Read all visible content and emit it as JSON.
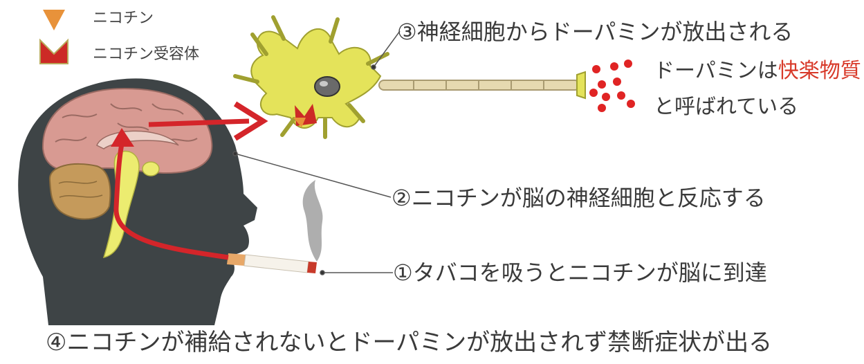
{
  "legend": {
    "nicotine": "ニコチン",
    "receptor": "ニコチン受容体"
  },
  "steps": {
    "s1": "①タバコを吸うとニコチンが脳に到達",
    "s2": "②ニコチンが脳の神経細胞と反応する",
    "s3": "③神経細胞からドーパミンが放出される",
    "s4": "④ニコチンが補給されないとドーパミンが放出されず禁断症状が出る"
  },
  "dopamine_note": {
    "prefix": "ドーパミンは",
    "highlight": "快楽物質",
    "line2": "と呼ばれている"
  },
  "colors": {
    "nicotine": "#e8923a",
    "receptor": "#cc2a26",
    "arrow": "#d4252a",
    "neuron": "#e4e35a",
    "head": "#3e4446",
    "cerebrum": "#d89a92",
    "cerebellum": "#c59a5b",
    "brainstem": "#ecec70",
    "dopamine": "#e02424",
    "highlight_text": "#d83a2a"
  }
}
